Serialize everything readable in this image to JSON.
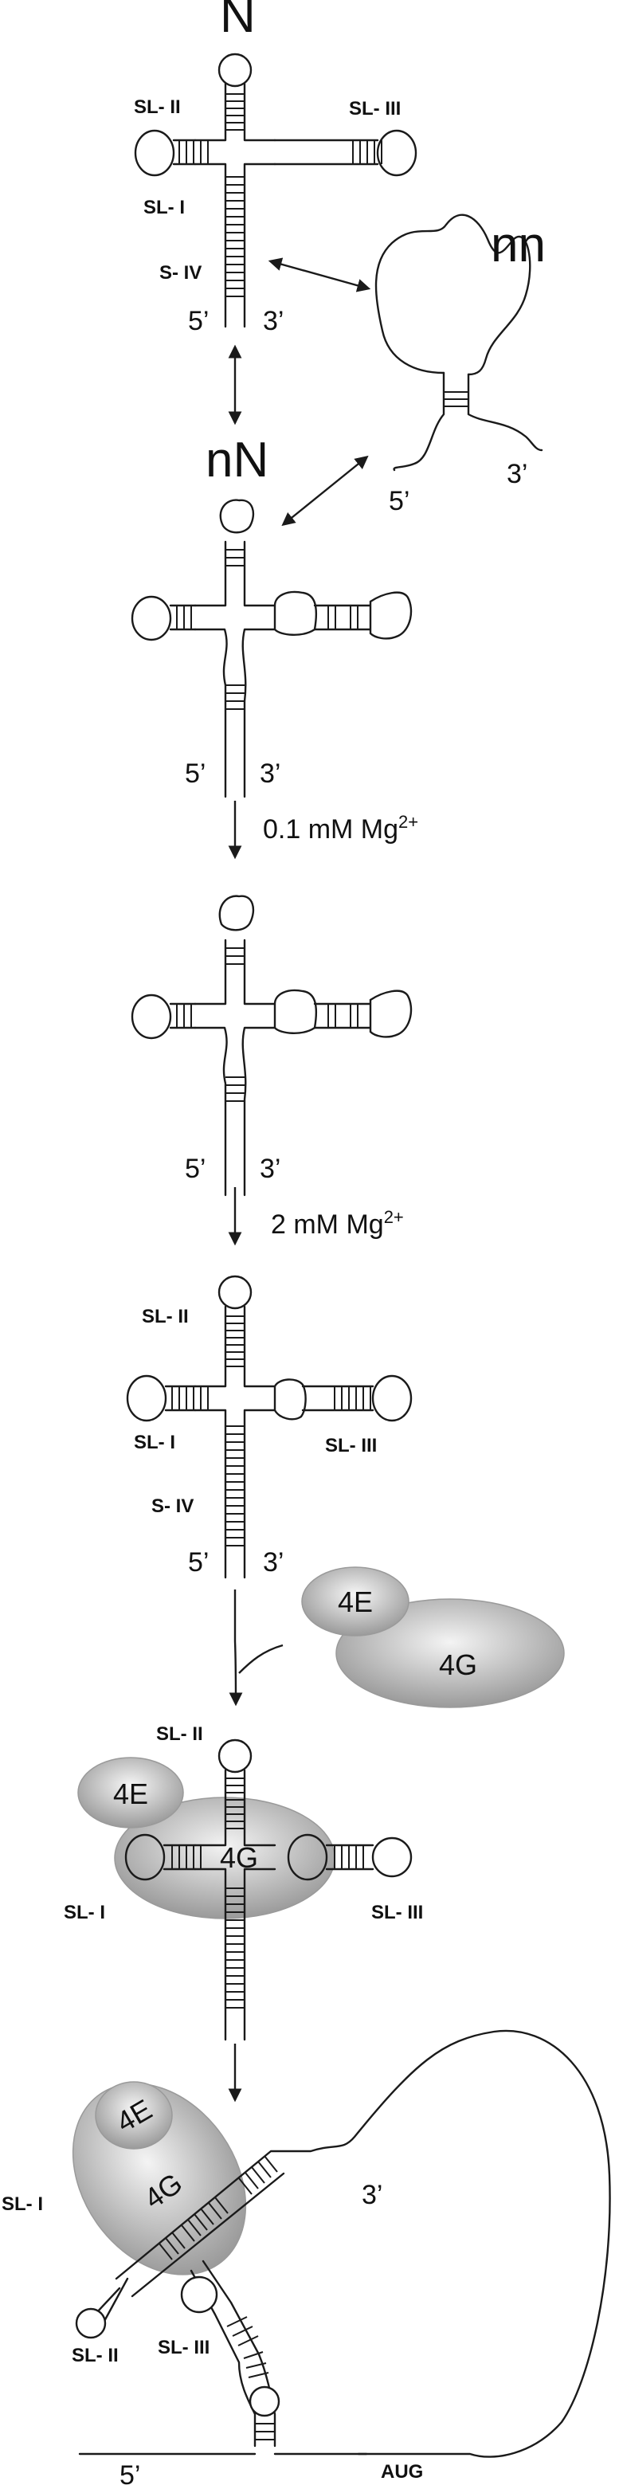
{
  "labels": {
    "state_native": "N",
    "state_nonnative": "nn",
    "state_near_native": "nN",
    "sl_ii": "SL- II",
    "sl_iii": "SL- III",
    "sl_i": "SL- I",
    "s_iv": "S- IV",
    "five_prime": "5’",
    "three_prime": "3’",
    "mg_low": "0.1 mM Mg",
    "mg_high": "2 mM Mg",
    "mg_charge": "2+",
    "protein_4e": "4E",
    "protein_4g": "4G",
    "aug": "AUG"
  },
  "colors": {
    "line": "#1a1a1a",
    "protein_light": "#f4f4f4",
    "protein_dark": "#9a9a9a"
  }
}
